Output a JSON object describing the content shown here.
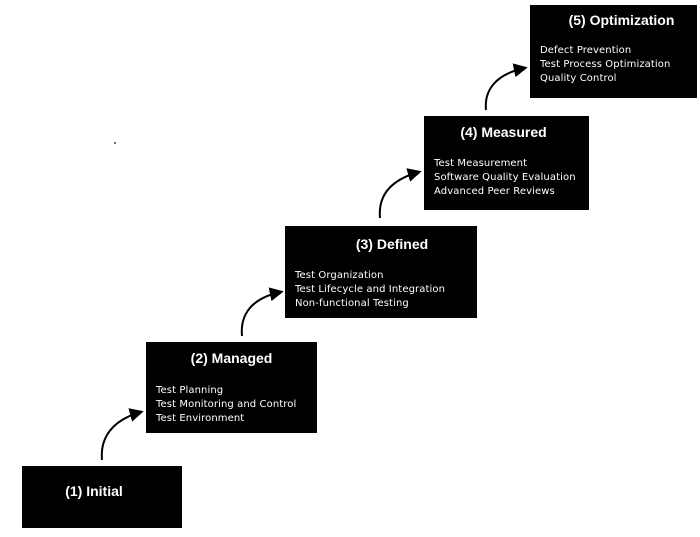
{
  "levels": [
    {
      "title": "(1) Initial",
      "items": []
    },
    {
      "title": "(2) Managed",
      "items": [
        "Test Planning",
        "Test Monitoring and Control",
        "Test Environment"
      ]
    },
    {
      "title": "(3) Defined",
      "items": [
        "Test Organization",
        "Test Lifecycle and Integration",
        "Non-functional Testing"
      ]
    },
    {
      "title": "(4) Measured",
      "items": [
        "Test Measurement",
        "Software Quality Evaluation",
        "Advanced Peer Reviews"
      ]
    },
    {
      "title": "(5) Optimization",
      "items": [
        "Defect Prevention",
        "Test Process Optimization",
        "Quality Control"
      ]
    }
  ],
  "colors": {
    "box_fill": "#000000",
    "box_text": "#ffffff",
    "arrow": "#000000",
    "background": "#ffffff"
  }
}
